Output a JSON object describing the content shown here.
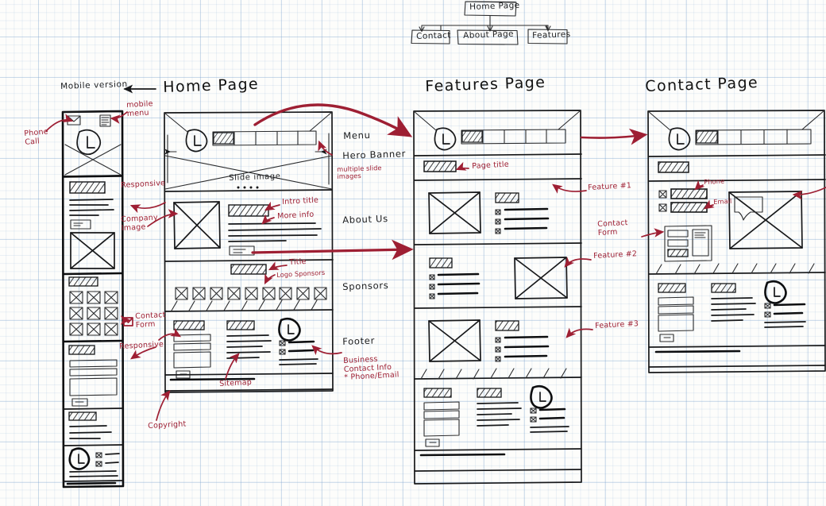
{
  "sketch": {
    "medium": "hand-drawn pencil and red-pen website wireframe on graph paper",
    "sitemap": {
      "root": "Home Page",
      "children": [
        "Contact",
        "About Page",
        "Features"
      ]
    },
    "page_titles": {
      "mobile": "Mobile version",
      "home": "Home Page",
      "features": "Features Page",
      "contact": "Contact Page"
    },
    "section_labels": {
      "menu": "Menu",
      "hero": "Hero Banner",
      "hero_sub": "multiple slide\nimages",
      "about": "About Us",
      "sponsors": "Sponsors",
      "footer": "Footer"
    },
    "annotations": {
      "phone_call": "Phone\nCall",
      "mobile_menu": "mobile\nmenu",
      "responsive_1": "Responsive",
      "company_image": "Company\nImage",
      "contact_form_mobile": "Contact\nForm",
      "responsive_2": "Responsive",
      "copyright": "Copyright",
      "sitemap_note": "Sitemap",
      "intro_title": "Intro title",
      "more_info": "More info",
      "sponsors_title": "Title",
      "logo_sponsors": "Logo Sponsors",
      "business_contact": "Business\nContact Info\n* Phone/Email",
      "page_title": "Page title",
      "feature_1": "Feature #1",
      "feature_2": "Feature #2",
      "feature_3": "Feature #3",
      "contact_form_page": "Contact\nForm",
      "phone": "Phone",
      "email": "Email"
    },
    "placeholders": {
      "slide_image": "Slide image",
      "logo_mark": "L"
    },
    "colors": {
      "ink": "#17181a",
      "annotation_red": "#9e1f33",
      "paper": "#fdfdfb",
      "grid_blue": "#78a0cd"
    }
  }
}
